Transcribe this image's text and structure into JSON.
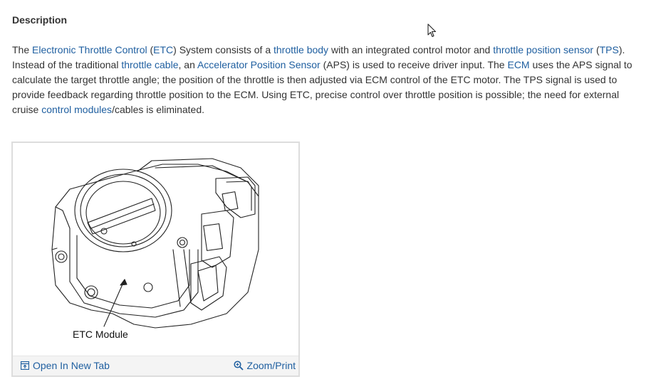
{
  "section": {
    "heading": "Description"
  },
  "description": {
    "segments": [
      {
        "text": "The ",
        "link": false
      },
      {
        "text": "Electronic Throttle Control",
        "link": true
      },
      {
        "text": " (",
        "link": false
      },
      {
        "text": "ETC",
        "link": true
      },
      {
        "text": ") System consists of a ",
        "link": false
      },
      {
        "text": "throttle body",
        "link": true
      },
      {
        "text": " with an integrated control motor and ",
        "link": false
      },
      {
        "text": "throttle position sensor",
        "link": true
      },
      {
        "text": " (",
        "link": false
      },
      {
        "text": "TPS",
        "link": true
      },
      {
        "text": "). Instead of the traditional ",
        "link": false
      },
      {
        "text": "throttle cable",
        "link": true
      },
      {
        "text": ", an ",
        "link": false
      },
      {
        "text": "Accelerator Position Sensor",
        "link": true
      },
      {
        "text": " (APS) is used to receive driver input. The ",
        "link": false
      },
      {
        "text": "ECM",
        "link": true
      },
      {
        "text": " uses the APS signal to calculate the target throttle angle; the position of the throttle is then adjusted via ECM control of the ETC motor. The TPS signal is used to provide feedback regarding throttle position to the ECM. Using ETC, precise control over throttle position is possible; the need for external cruise ",
        "link": false
      },
      {
        "text": "control modules",
        "link": true
      },
      {
        "text": "/cables is eliminated.",
        "link": false
      }
    ]
  },
  "figure": {
    "caption": "ETC Module",
    "open_tab_label": "Open In New Tab",
    "zoom_label": "Zoom/Print"
  },
  "colors": {
    "link": "#1f5fa0",
    "text": "#333333",
    "bar": "#f4f4f4"
  }
}
